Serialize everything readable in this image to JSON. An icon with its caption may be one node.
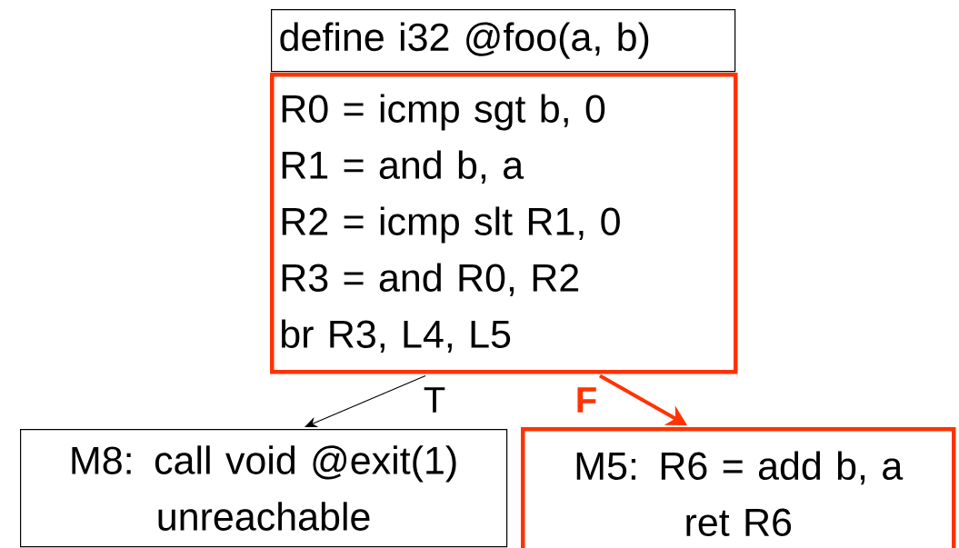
{
  "diagram": {
    "nodes": [
      {
        "text": [
          "define i32 @foo(a, b)"
        ]
      },
      {
        "text": [
          "R0 = icmp sgt b, 0",
          "R1 = and b, a",
          "R2 = icmp slt R1, 0",
          "R3 = and R0, R2",
          "br R3, L4, L5"
        ]
      },
      {
        "text": [
          "M8: call void @exit(1)",
          "unreachable"
        ]
      },
      {
        "text": [
          "M5: R6 = add b, a",
          "ret R6"
        ]
      }
    ],
    "edges": [
      {
        "from": 1,
        "to": 2,
        "arrow": "to",
        "label": "T"
      },
      {
        "from": 1,
        "to": 3,
        "arrow": "to",
        "label": "F",
        "style": "thick",
        "color": "#ff3300"
      }
    ]
  }
}
